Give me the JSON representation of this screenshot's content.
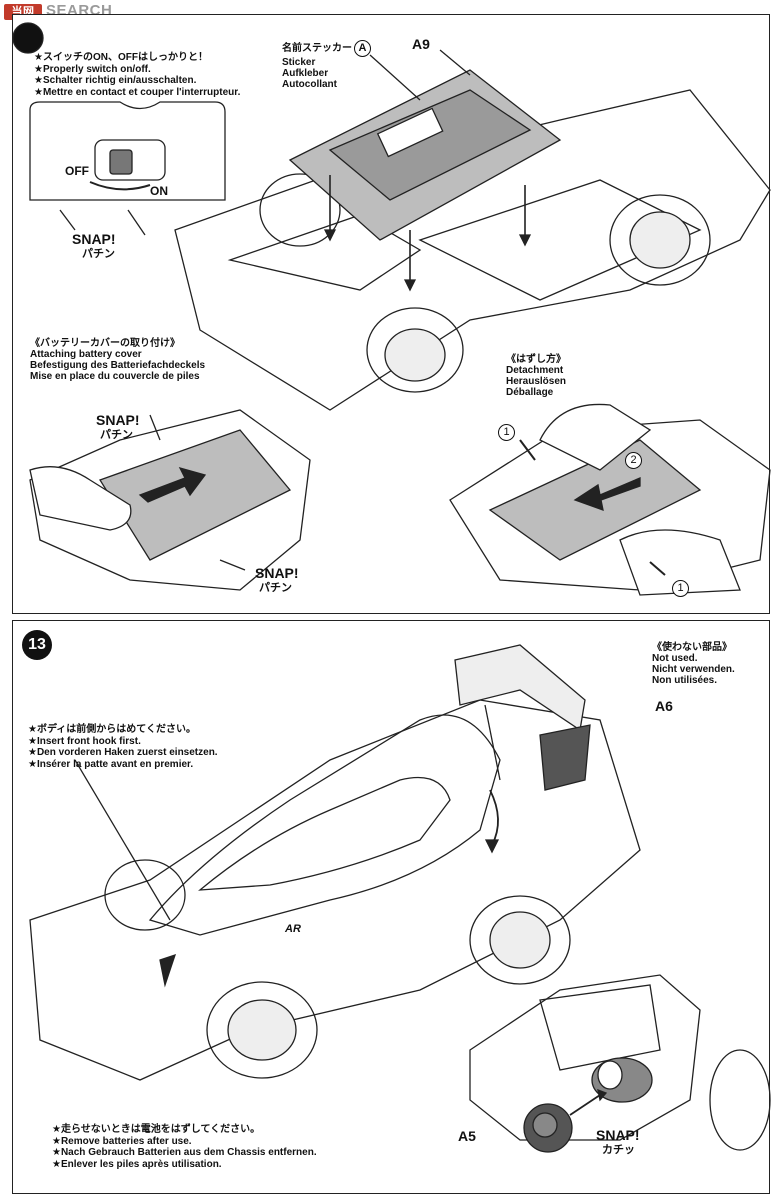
{
  "watermark": {
    "logo": "当网",
    "text": "SEARCH"
  },
  "step12": {
    "switch_notes": [
      "★スイッチのON、OFFはしっかりと！",
      "★Properly switch on/off.",
      "★Schalter richtig ein/ausschalten.",
      "★Mettre en contact et couper l'interrupteur."
    ],
    "off_label": "OFF",
    "on_label": "ON",
    "snap1": {
      "en": "SNAP!",
      "jp": "パチン"
    },
    "sticker_label": [
      "名前ステッカー",
      "Sticker",
      "Aufkleber",
      "Autocollant"
    ],
    "sticker_mark": "A",
    "part_a9": "A9",
    "attach_title": [
      "《バッテリーカバーの取り付け》",
      "Attaching battery cover",
      "Befestigung des Batteriefachdeckels",
      "Mise en place du couvercle de piles"
    ],
    "snap2": {
      "en": "SNAP!",
      "jp": "パチン"
    },
    "snap3": {
      "en": "SNAP!",
      "jp": "パチン"
    },
    "detach_title": [
      "《はずし方》",
      "Detachment",
      "Herauslösen",
      "Déballage"
    ],
    "num1": "1",
    "num2": "2",
    "num1b": "1"
  },
  "step13": {
    "number": "13",
    "notused": [
      "《使わない部品》",
      "Not used.",
      "Nicht verwenden.",
      "Non utilisées."
    ],
    "part_a6": "A6",
    "body_notes": [
      "★ボディは前側からはめてください。",
      "★Insert front hook first.",
      "★Den vorderen Haken zuerst einsetzen.",
      "★Insérer la patte avant en premier."
    ],
    "logo": "AR",
    "battery_notes": [
      "★走らせないときは電池をはずしてください。",
      "★Remove batteries after use.",
      "★Nach Gebrauch Batterien aus dem Chassis entfernen.",
      "★Enlever les piles après utilisation."
    ],
    "part_a5": "A5",
    "snap4": {
      "en": "SNAP!",
      "jp": "カチッ"
    }
  }
}
